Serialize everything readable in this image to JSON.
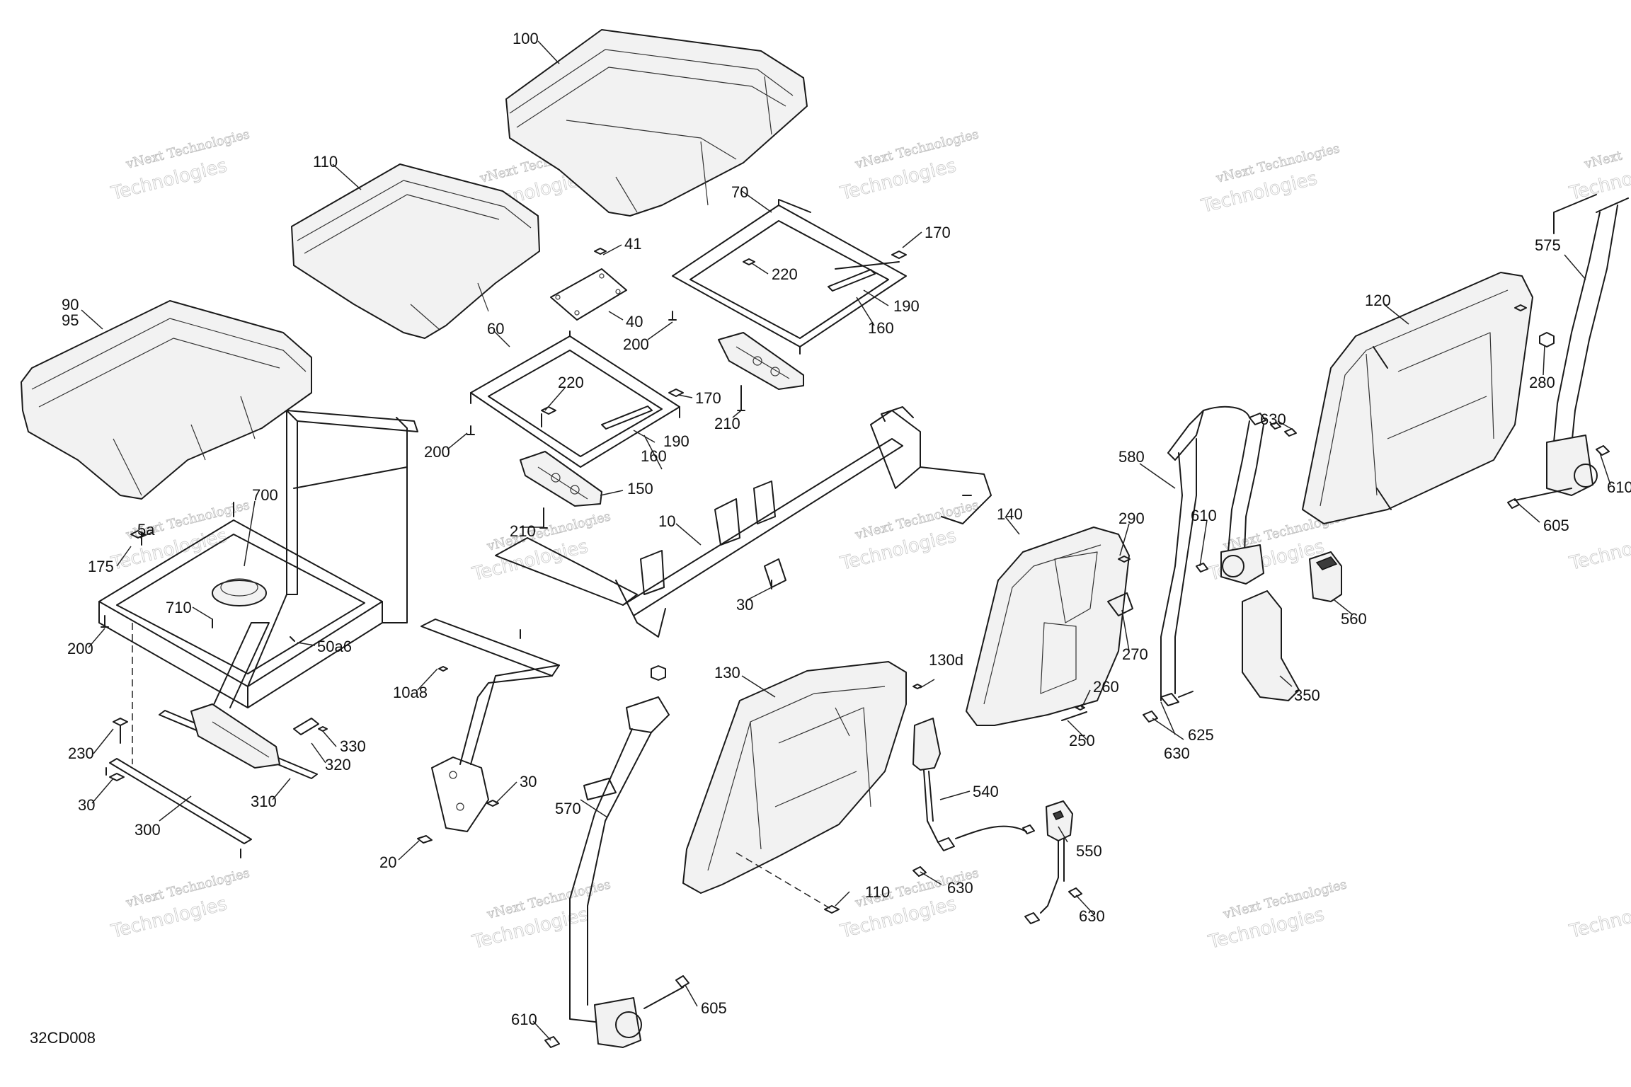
{
  "diagram": {
    "code": "32CD008",
    "watermark": {
      "line1": "vNext Technologies",
      "line2": "Technologies",
      "line3": "vNext"
    },
    "labels": [
      {
        "id": "100",
        "text": "100"
      },
      {
        "id": "110",
        "text": "110"
      },
      {
        "id": "90",
        "text": "90"
      },
      {
        "id": "95",
        "text": "95"
      },
      {
        "id": "41",
        "text": "41"
      },
      {
        "id": "40",
        "text": "40"
      },
      {
        "id": "70",
        "text": "70"
      },
      {
        "id": "170a",
        "text": "170"
      },
      {
        "id": "220a",
        "text": "220"
      },
      {
        "id": "190a",
        "text": "190"
      },
      {
        "id": "160a",
        "text": "160"
      },
      {
        "id": "200a",
        "text": "200"
      },
      {
        "id": "210a",
        "text": "210"
      },
      {
        "id": "60",
        "text": "60"
      },
      {
        "id": "220b",
        "text": "220"
      },
      {
        "id": "170b",
        "text": "170"
      },
      {
        "id": "190b",
        "text": "190"
      },
      {
        "id": "160b",
        "text": "160"
      },
      {
        "id": "200b",
        "text": "200"
      },
      {
        "id": "150",
        "text": "150"
      },
      {
        "id": "210b",
        "text": "210"
      },
      {
        "id": "700",
        "text": "700"
      },
      {
        "id": "5a",
        "text": "5a"
      },
      {
        "id": "175",
        "text": "175"
      },
      {
        "id": "710",
        "text": "710"
      },
      {
        "id": "200c",
        "text": "200"
      },
      {
        "id": "50a6",
        "text": "50a6"
      },
      {
        "id": "10",
        "text": "10"
      },
      {
        "id": "30a",
        "text": "30"
      },
      {
        "id": "10a8",
        "text": "10a8"
      },
      {
        "id": "30b",
        "text": "30"
      },
      {
        "id": "20",
        "text": "20"
      },
      {
        "id": "230",
        "text": "230"
      },
      {
        "id": "330",
        "text": "330"
      },
      {
        "id": "320",
        "text": "320"
      },
      {
        "id": "310",
        "text": "310"
      },
      {
        "id": "30c",
        "text": "30"
      },
      {
        "id": "300",
        "text": "300"
      },
      {
        "id": "130",
        "text": "130"
      },
      {
        "id": "130d",
        "text": "130d"
      },
      {
        "id": "570",
        "text": "570"
      },
      {
        "id": "540",
        "text": "540"
      },
      {
        "id": "550",
        "text": "550"
      },
      {
        "id": "630a",
        "text": "630"
      },
      {
        "id": "630b",
        "text": "630"
      },
      {
        "id": "110b",
        "text": "110"
      },
      {
        "id": "605a",
        "text": "605"
      },
      {
        "id": "610a",
        "text": "610"
      },
      {
        "id": "140",
        "text": "140"
      },
      {
        "id": "290",
        "text": "290"
      },
      {
        "id": "270",
        "text": "270"
      },
      {
        "id": "260",
        "text": "260"
      },
      {
        "id": "250",
        "text": "250"
      },
      {
        "id": "580",
        "text": "580"
      },
      {
        "id": "610b",
        "text": "610"
      },
      {
        "id": "630c",
        "text": "630"
      },
      {
        "id": "625",
        "text": "625"
      },
      {
        "id": "630d",
        "text": "630"
      },
      {
        "id": "350",
        "text": "350"
      },
      {
        "id": "560",
        "text": "560"
      },
      {
        "id": "120",
        "text": "120"
      },
      {
        "id": "575",
        "text": "575"
      },
      {
        "id": "280",
        "text": "280"
      },
      {
        "id": "610c",
        "text": "610"
      },
      {
        "id": "605b",
        "text": "605"
      }
    ]
  }
}
